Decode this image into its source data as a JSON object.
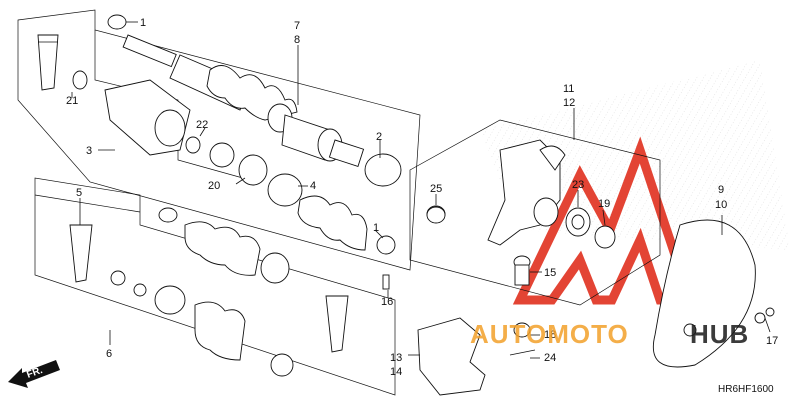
{
  "diagram": {
    "part_labels": [
      "1",
      "2",
      "3",
      "4",
      "5",
      "6",
      "7",
      "8",
      "9",
      "10",
      "11",
      "12",
      "13",
      "14",
      "15",
      "16",
      "17",
      "18",
      "19",
      "20",
      "21",
      "22",
      "23",
      "24",
      "25"
    ],
    "diagram_code": "HR6HF1600",
    "direction_label": "FR.",
    "watermark": {
      "orange": "AUTOMOTO",
      "dark": "HUB"
    },
    "colors": {
      "watermark_orange": "#f3a12a",
      "logo_red": "#e0301e",
      "line": "#111111"
    }
  }
}
